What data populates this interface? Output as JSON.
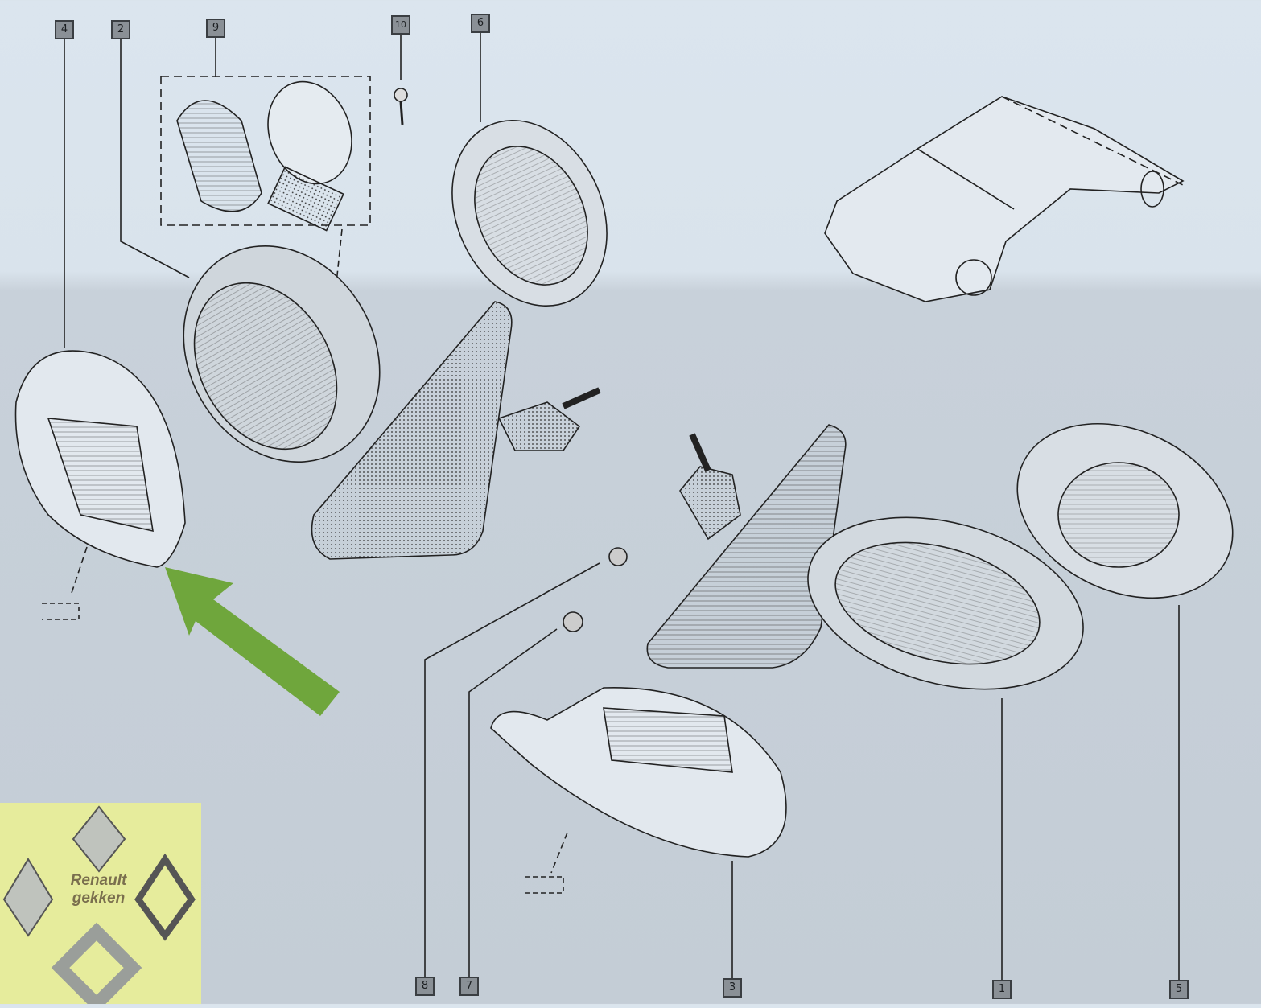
{
  "diagram": {
    "title": "Exterior mirror exploded parts view",
    "callouts_top": [
      "4",
      "2",
      "9",
      "10",
      "6"
    ],
    "callouts_bottom": [
      "8",
      "7",
      "3",
      "1",
      "5"
    ],
    "highlight_arrow_color": "#6fa63c"
  },
  "logo": {
    "line1": "Renault",
    "line2": "gekken"
  }
}
